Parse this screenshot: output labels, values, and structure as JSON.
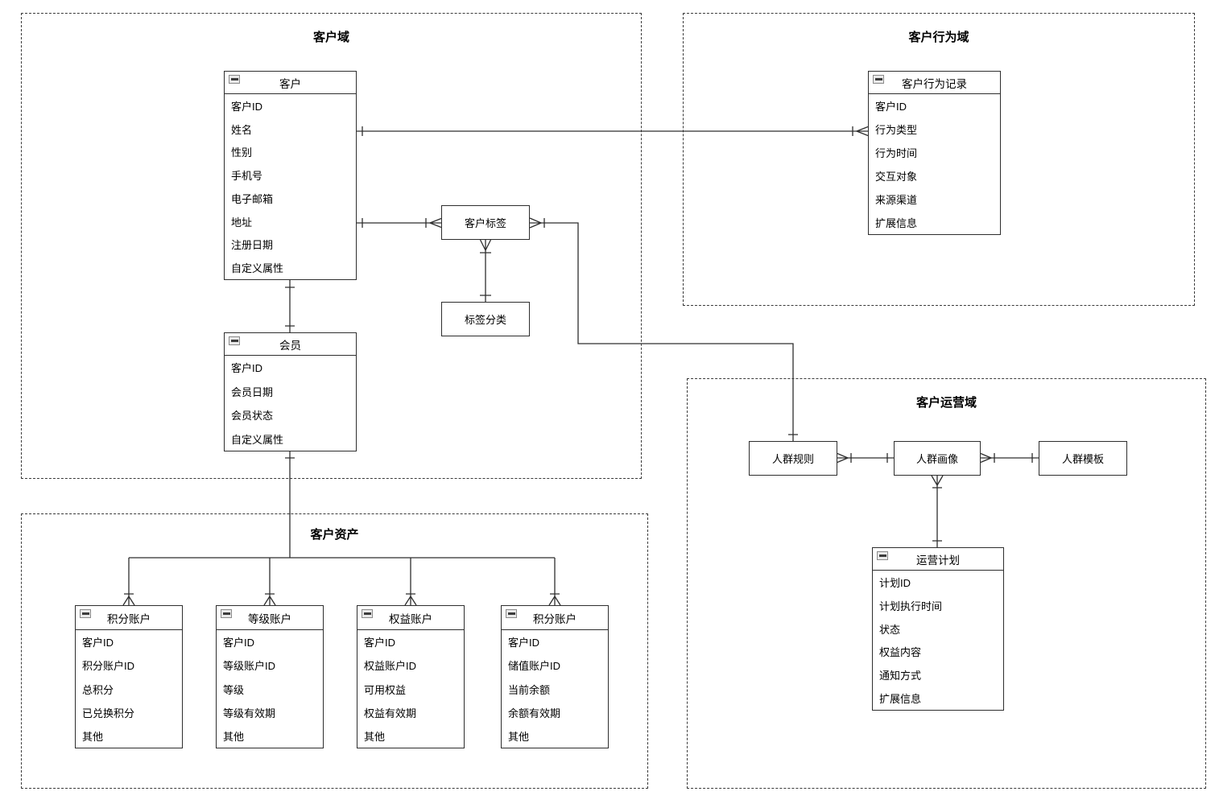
{
  "diagram": {
    "colors": {
      "canvas": "#ffffff",
      "line": "#2e2e2e",
      "domain_border": "#3a3a3a",
      "entity_fill": "#ffffff",
      "icon_fill": "#e9e9e9",
      "icon_border": "#8a8a8a",
      "icon_glyph": "#3c3c3c"
    },
    "icons": {
      "collapse": "minus-collapse-icon"
    },
    "domains": {
      "customer": {
        "title": "客户域"
      },
      "behavior": {
        "title": "客户行为域"
      },
      "assets": {
        "title": "客户资产"
      },
      "operations": {
        "title": "客户运营域"
      }
    },
    "entities": {
      "customer": {
        "title": "客户",
        "fields": [
          "客户ID",
          "姓名",
          "性别",
          "手机号",
          "电子邮箱",
          "地址",
          "注册日期",
          "自定义属性"
        ]
      },
      "member": {
        "title": "会员",
        "fields": [
          "客户ID",
          "会员日期",
          "会员状态",
          "自定义属性"
        ]
      },
      "behavior_record": {
        "title": "客户行为记录",
        "fields": [
          "客户ID",
          "行为类型",
          "行为时间",
          "交互对象",
          "来源渠道",
          "扩展信息"
        ]
      },
      "operation_plan": {
        "title": "运营计划",
        "fields": [
          "计划ID",
          "计划执行时间",
          "状态",
          "权益内容",
          "通知方式",
          "扩展信息"
        ]
      },
      "points_account": {
        "title": "积分账户",
        "fields": [
          "客户ID",
          "积分账户ID",
          "总积分",
          "已兑换积分",
          "其他"
        ]
      },
      "level_account": {
        "title": "等级账户",
        "fields": [
          "客户ID",
          "等级账户ID",
          "等级",
          "等级有效期",
          "其他"
        ]
      },
      "benefit_account": {
        "title": "权益账户",
        "fields": [
          "客户ID",
          "权益账户ID",
          "可用权益",
          "权益有效期",
          "其他"
        ]
      },
      "stored_value_account": {
        "title": "积分账户",
        "fields": [
          "客户ID",
          "储值账户ID",
          "当前余额",
          "余额有效期",
          "其他"
        ]
      }
    },
    "nodes": {
      "tag": {
        "label": "客户标签"
      },
      "tag_category": {
        "label": "标签分类"
      },
      "crowd_rule": {
        "label": "人群规则"
      },
      "crowd_profile": {
        "label": "人群画像"
      },
      "crowd_template": {
        "label": "人群模板"
      }
    }
  }
}
